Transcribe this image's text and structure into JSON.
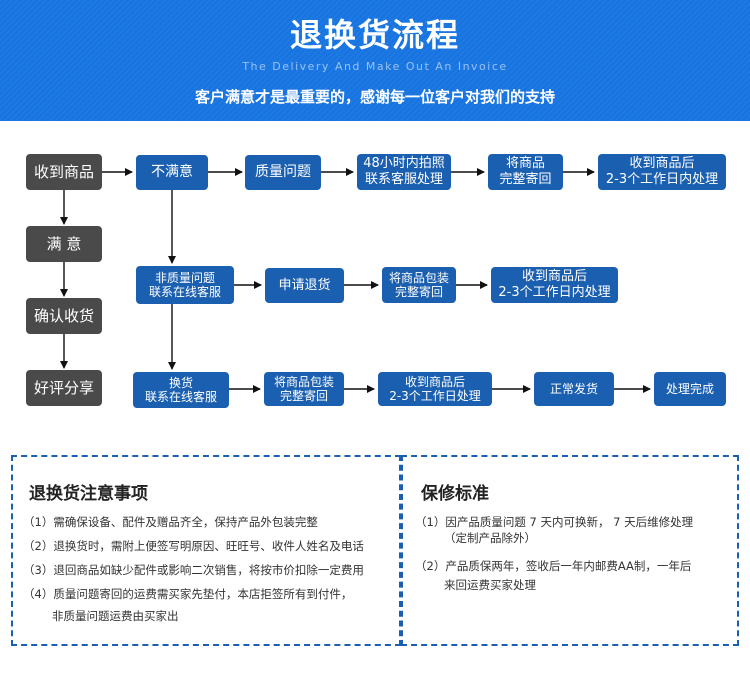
{
  "header": {
    "title": "退换货流程",
    "subtitle_en": "The Delivery And Make Out An Invoice",
    "subtitle_cn": "客户满意才是最重要的，感谢每一位客户对我们的支持"
  },
  "flow": {
    "left_column": [
      "收到商品",
      "满 意",
      "确认收货",
      "好评分享"
    ],
    "row1": [
      "不满意",
      "质量问题",
      "48小时内拍照\n联系客服处理",
      "将商品\n完整寄回",
      "收到商品后\n2-3个工作日内处理"
    ],
    "row2": [
      "非质量问题\n联系在线客服",
      "申请退货",
      "将商品包装\n完整寄回",
      "收到商品后\n2-3个工作日内处理"
    ],
    "row3": [
      "换货\n联系在线客服",
      "将商品包装\n完整寄回",
      "收到商品后\n2-3个工作日处理",
      "正常发货",
      "处理完成"
    ]
  },
  "notes": {
    "title": "退换货注意事项",
    "items": [
      "（1）需确保设备、配件及赠品齐全，保持产品外包装完整",
      "（2）退换货时，需附上便签写明原因、旺旺号、收件人姓名及电话",
      "（3）退回商品如缺少配件或影响二次销售，将按市价扣除一定费用",
      "（4）质量问题寄回的运费需买家先垫付，本店拒签所有到付件，",
      "非质量问题运费由买家出"
    ]
  },
  "warranty": {
    "title": "保修标准",
    "items": [
      "（1）因产品质量问题 7 天内可换新， 7 天后维修处理",
      "（定制产品除外）",
      "（2）产品质保两年，签收后一年内邮费AA制，一年后",
      "来回运费买家处理"
    ]
  },
  "colors": {
    "header_bg": "#1774e0",
    "box_blue": "#1b5fb0",
    "box_dark": "#4a4a4a"
  }
}
